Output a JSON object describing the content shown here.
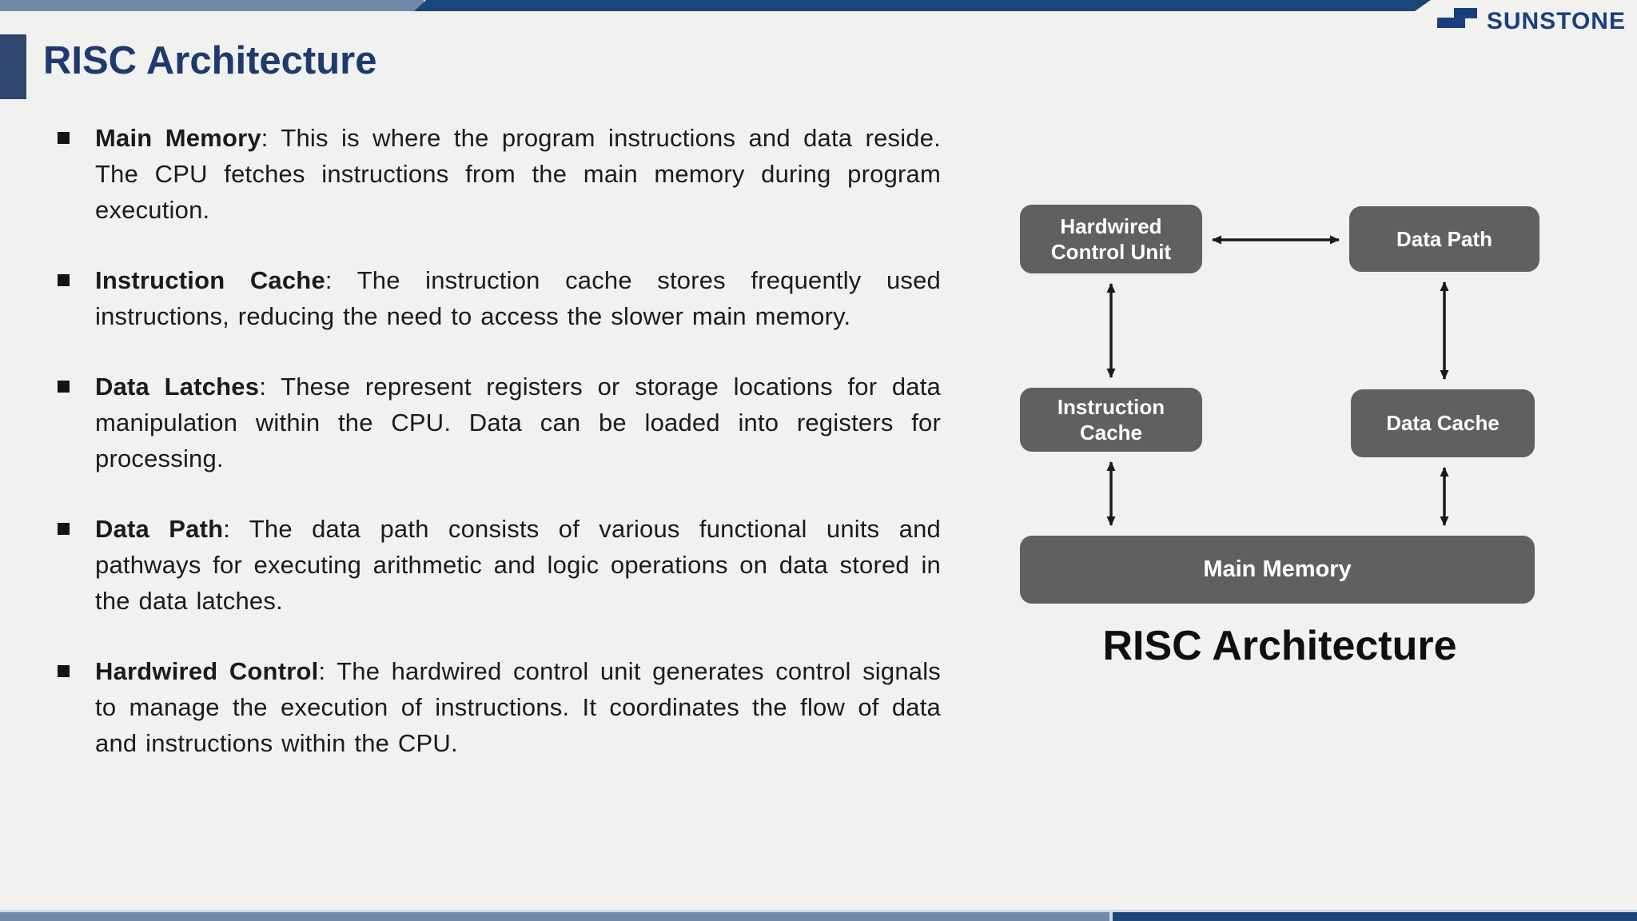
{
  "header": {
    "title": "RISC Architecture",
    "logo_text": "SUNSTONE"
  },
  "bullets": [
    {
      "term": "Main Memory",
      "desc": ": This is where the program instructions and data reside. The CPU fetches instructions from the main memory during program execution."
    },
    {
      "term": "Instruction Cache",
      "desc": ": The instruction cache stores frequently used instructions, reducing the need to access the slower main memory."
    },
    {
      "term": "Data Latches",
      "desc": ": These represent registers or storage locations for data manipulation within the CPU. Data can be loaded into registers for processing."
    },
    {
      "term": "Data Path",
      "desc": ": The data path consists of various functional units and pathways for executing arithmetic and logic operations on data stored in the data latches."
    },
    {
      "term": "Hardwired Control",
      "desc": ": The hardwired control unit generates control signals to manage the execution of instructions. It coordinates the flow of data and instructions within the CPU."
    }
  ],
  "diagram": {
    "nodes": {
      "hardwired_control_unit": "Hardwired\nControl Unit",
      "data_path": "Data Path",
      "instruction_cache": "Instruction\nCache",
      "data_cache": "Data Cache",
      "main_memory": "Main Memory"
    },
    "caption": "RISC Architecture"
  },
  "colors": {
    "slate_blue": "#7089a9",
    "navy_bar": "#1b4678",
    "title_navy": "#1f3a6e",
    "accent_block": "#30466f",
    "logo_navy": "#1b3f7c",
    "box_gray": "#606060",
    "background": "#f1f1f0",
    "bottom_line": "#cfdbe9",
    "text": "#1b1b1b"
  }
}
